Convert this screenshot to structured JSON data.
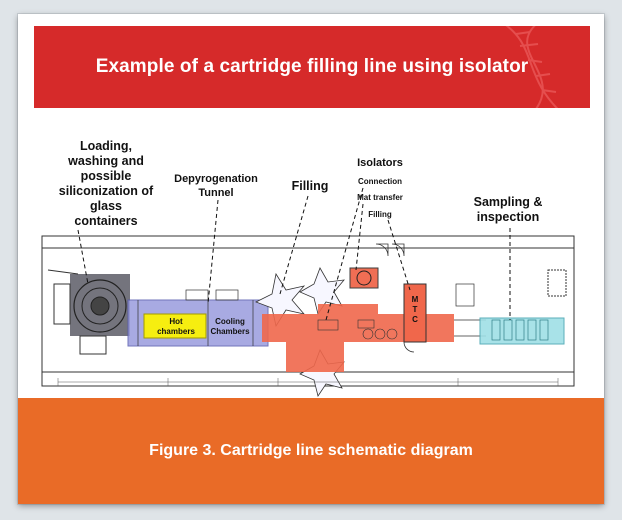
{
  "banner": {
    "title": "Example of a cartridge filling line using isolator"
  },
  "diagram": {
    "zones": {
      "loading": [
        "Loading,",
        "washing and",
        "possible",
        "siliconization of",
        "glass",
        "containers"
      ],
      "tunnel": [
        "Depyrogenation",
        "Tunnel"
      ],
      "filling": "Filling",
      "isolators": {
        "title": "Isolators",
        "items": [
          "Connection",
          "Mat transfer",
          "Filling"
        ]
      },
      "sampling": [
        "Sampling &",
        "inspection"
      ]
    },
    "boxes": {
      "hot": [
        "Hot",
        "chambers"
      ],
      "cooling": [
        "Cooling",
        "Chambers"
      ],
      "mtc": [
        "M",
        "T",
        "C"
      ]
    },
    "colors": {
      "washer": "#5c5c66",
      "tunnel": "#9a9cdd",
      "isolator": "#f0674b",
      "inspection": "#9fdfe6",
      "hot_box": "#f6ee10",
      "banner": "#d62a2a",
      "footer": "#e96b27"
    }
  },
  "footer": {
    "caption": "Figure 3. Cartridge line schematic diagram"
  }
}
